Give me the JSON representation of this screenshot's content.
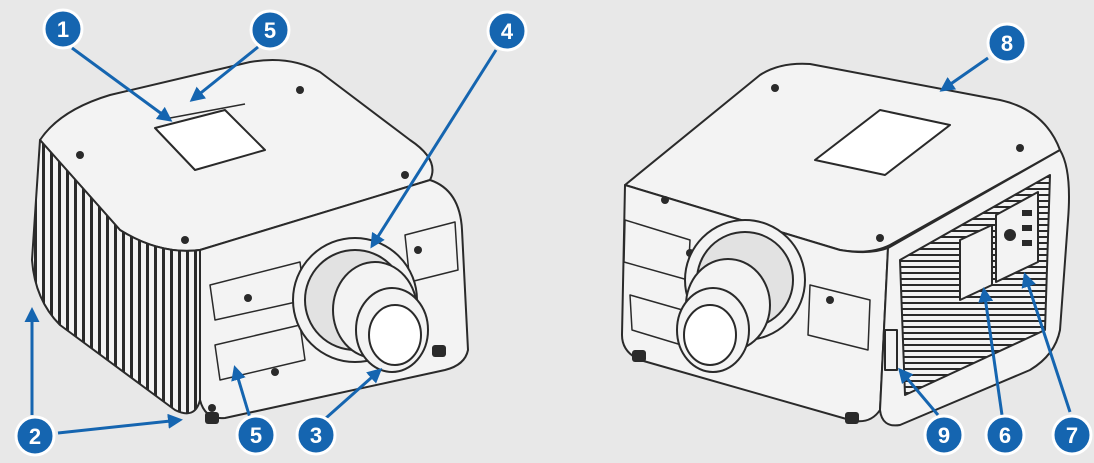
{
  "callouts": {
    "c1": "1",
    "c2": "2",
    "c3": "3",
    "c4": "4",
    "c5a": "5",
    "c5b": "5",
    "c6": "6",
    "c7": "7",
    "c8": "8",
    "c9": "9"
  },
  "colors": {
    "background": "#e8e8e8",
    "callout_fill": "#1565b0",
    "callout_border": "#ffffff",
    "arrow": "#1565b0",
    "outline": "#2a2a2a",
    "body_fill": "#f3f3f3"
  }
}
